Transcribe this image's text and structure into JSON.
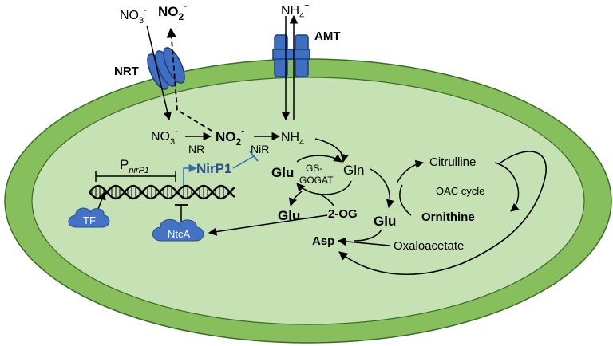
{
  "colors": {
    "outer_membrane": "#86bf5b",
    "cytoplasm": "#c6e1b4",
    "outline": "#3c6b2a",
    "transporter": "#3e6fc2",
    "transporter_dark": "#1e3f78",
    "nirp1_text": "#2b4f8c",
    "cloud": "#4472c4"
  },
  "transporters": {
    "nrt": "NRT",
    "amt": "AMT"
  },
  "outside": {
    "no3": "NO",
    "no3_sub": "3",
    "no3_sup": "-",
    "no2": "NO",
    "no2_sub": "2",
    "no2_sup": "-",
    "nh4": "NH",
    "nh4_sub": "4",
    "nh4_sup": "+"
  },
  "inside": {
    "no3": "NO",
    "no3_sub": "3",
    "no3_sup": "-",
    "no2": "NO",
    "no2_sub": "2",
    "no2_sup": "-",
    "nh4": "NH",
    "nh4_sub": "4",
    "nh4_sup": "+",
    "nr": "NR",
    "nir": "NiR",
    "nirp1": "NirP1",
    "promoter": "P",
    "promoter_sub": "nirP1"
  },
  "regulators": {
    "tf": "TF",
    "ntca": "NtcA"
  },
  "gs_gogat": {
    "line1": "GS-",
    "line2": "GOGAT",
    "glu_left": "Glu",
    "gln": "Gln",
    "glu_lower": "Glu",
    "two_og": "2-OG",
    "glu_right": "Glu",
    "asp": "Asp"
  },
  "oac_cycle": {
    "citrulline": "Citrulline",
    "cycle_label": "OAC cycle",
    "ornithine": "Ornithine",
    "oxaloacetate": "Oxaloacetate"
  }
}
